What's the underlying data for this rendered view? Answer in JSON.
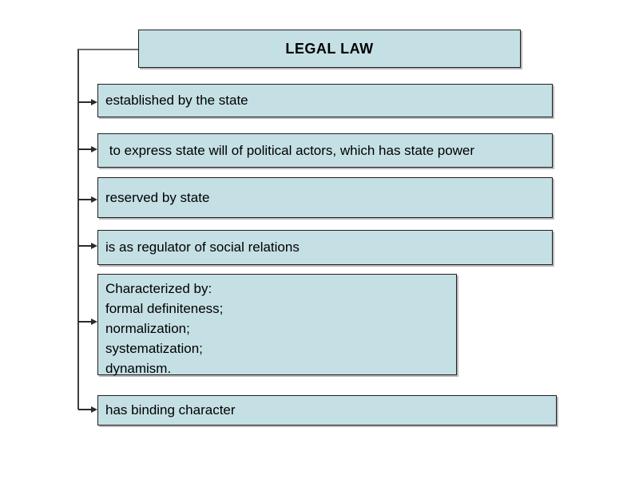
{
  "slide": {
    "title": "LEGAL LAW",
    "boxes": [
      {
        "id": "established",
        "text": "established by the state"
      },
      {
        "id": "express-state-will",
        "text": " to express state will of political actors, which has state power"
      },
      {
        "id": "reserved",
        "text": "reserved by state"
      },
      {
        "id": "regulator",
        "text": "is as regulator of social relations"
      },
      {
        "id": "characterized",
        "lines": [
          "Characterized by:",
          "formal definiteness;",
          "normalization;",
          "systematization;",
          "dynamism."
        ]
      },
      {
        "id": "binding",
        "text": "has binding character"
      }
    ],
    "colors": {
      "box_fill": "#c5e0e5",
      "box_border": "#1f1f1f",
      "connector_line": "#3d3d3d",
      "background": "#ffffff",
      "text": "#000000"
    }
  }
}
